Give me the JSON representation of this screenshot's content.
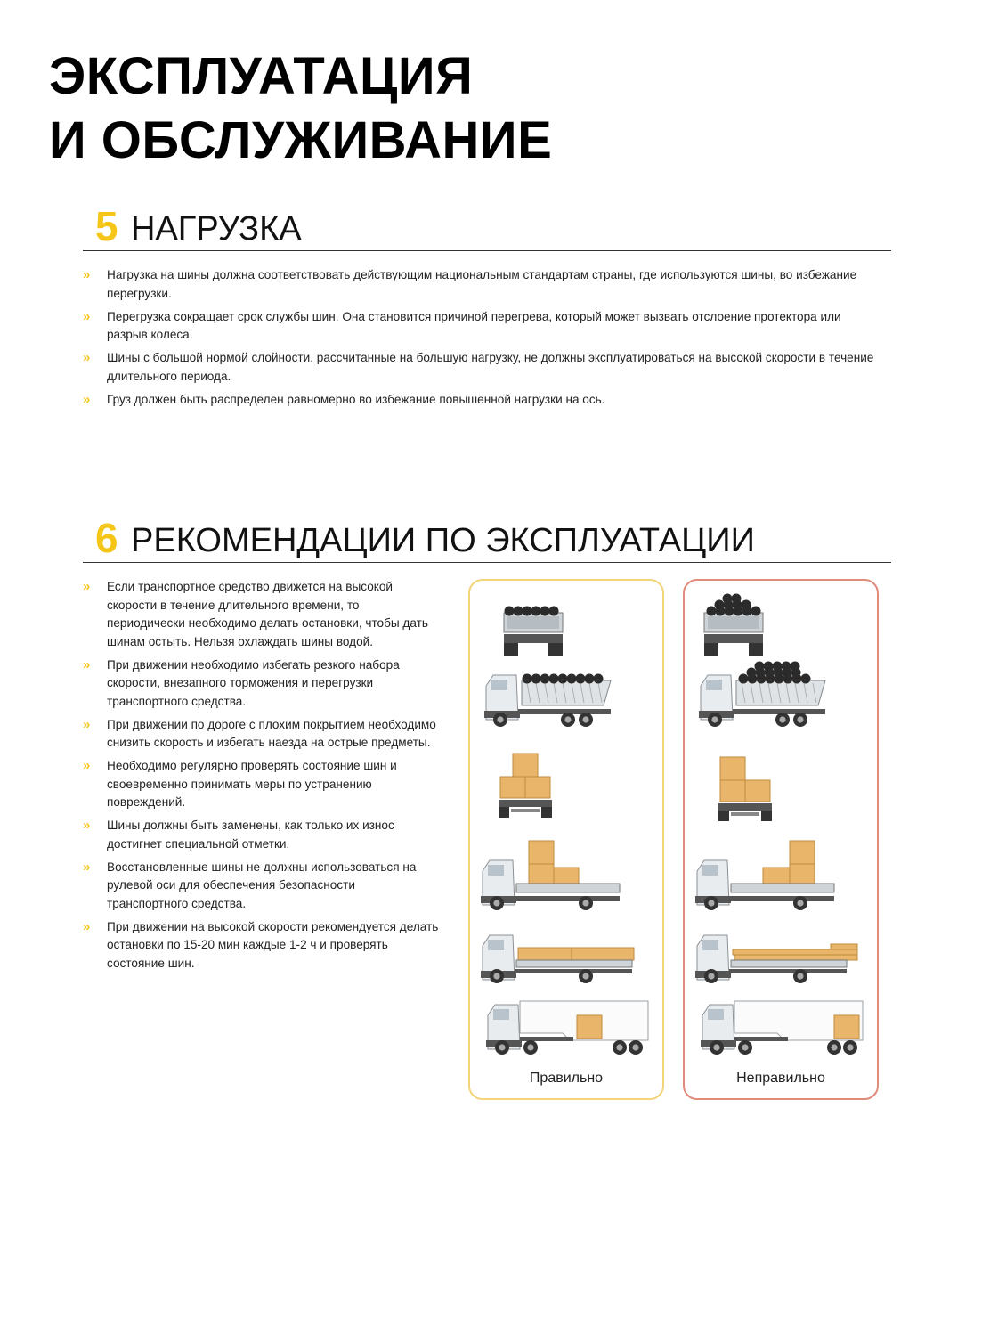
{
  "page": {
    "title_line1": "ЭКСПЛУАТАЦИЯ",
    "title_line2": "И ОБСЛУЖИВАНИЕ"
  },
  "sections": [
    {
      "number": "5",
      "title": "НАГРУЗКА",
      "bullets": [
        "Нагрузка на шины должна соответствовать действующим национальным стандартам страны, где используются шины, во избежание перегрузки.",
        "Перегрузка сокращает срок службы шин. Она становится причиной перегрева, который может вызвать отслоение протектора или разрыв колеса.",
        "Шины с большой нормой слойности, рассчитанные на большую нагрузку, не должны эксплуатироваться на высокой скорости в течение длительного периода.",
        "Груз должен быть распределен равномерно во избежание повышенной нагрузки на ось."
      ]
    },
    {
      "number": "6",
      "title": "РЕКОМЕНДАЦИИ ПО ЭКСПЛУАТАЦИИ",
      "bullets": [
        "Если транспортное средство движется на высокой скорости в течение длительного времени, то периодически необходимо делать остановки, чтобы дать шинам остыть. Нельзя охлаждать шины водой.",
        "При движении необходимо избегать резкого набора скорости, внезапного торможения и перегрузки транспортного средства.",
        "При движении по дороге с плохим покрытием необходимо снизить скорость и избегать наезда на острые предметы.",
        "Необходимо регулярно проверять состояние шин и своевременно принимать меры по устранению повреждений.",
        "Шины должны быть заменены, как только их износ достигнет специальной отметки.",
        "Восстановленные шины не должны использоваться на рулевой оси для обеспечения безопасности транспортного средства.",
        "При движении на высокой скорости рекомендуется делать остановки по 15-20 мин каждые 1-2 ч и проверять состояние шин."
      ]
    }
  ],
  "bullet_marker": "»",
  "panels": {
    "correct_label": "Правильно",
    "wrong_label": "Неправильно",
    "correct_border_color": "#f2d479",
    "wrong_border_color": "#e08b7c",
    "illustrations": [
      "dump-truck-rear-view",
      "dump-truck-side-view",
      "flatbed-boxes-rear-view",
      "flatbed-truck-boxes",
      "flatbed-truck-long-boards",
      "semi-trailer-box"
    ]
  },
  "colors": {
    "accent": "#f5c518",
    "cargo_box": "#e8b56a",
    "coal": "#2b2b2b"
  }
}
